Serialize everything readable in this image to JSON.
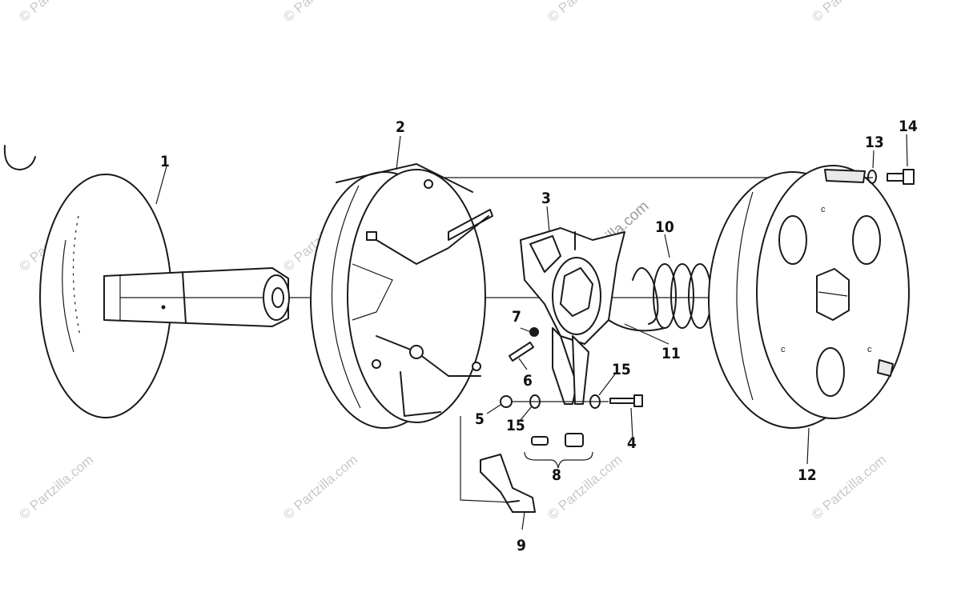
{
  "diagram": {
    "callouts": [
      {
        "id": "c1",
        "text": "1"
      },
      {
        "id": "c2",
        "text": "2"
      },
      {
        "id": "c3",
        "text": "3"
      },
      {
        "id": "c4",
        "text": "4"
      },
      {
        "id": "c5",
        "text": "5"
      },
      {
        "id": "c6",
        "text": "6"
      },
      {
        "id": "c7",
        "text": "7"
      },
      {
        "id": "c8",
        "text": "8"
      },
      {
        "id": "c9",
        "text": "9"
      },
      {
        "id": "c10",
        "text": "10"
      },
      {
        "id": "c11",
        "text": "11"
      },
      {
        "id": "c12",
        "text": "12"
      },
      {
        "id": "c13",
        "text": "13"
      },
      {
        "id": "c14",
        "text": "14"
      },
      {
        "id": "c15a",
        "text": "15"
      },
      {
        "id": "c15b",
        "text": "15"
      }
    ]
  },
  "watermark": {
    "text": "© Partzilla.com",
    "center_text": "© Partzilla.com"
  },
  "colors": {
    "ink": "#1a1a1a",
    "watermark": "#c9c9c9"
  }
}
